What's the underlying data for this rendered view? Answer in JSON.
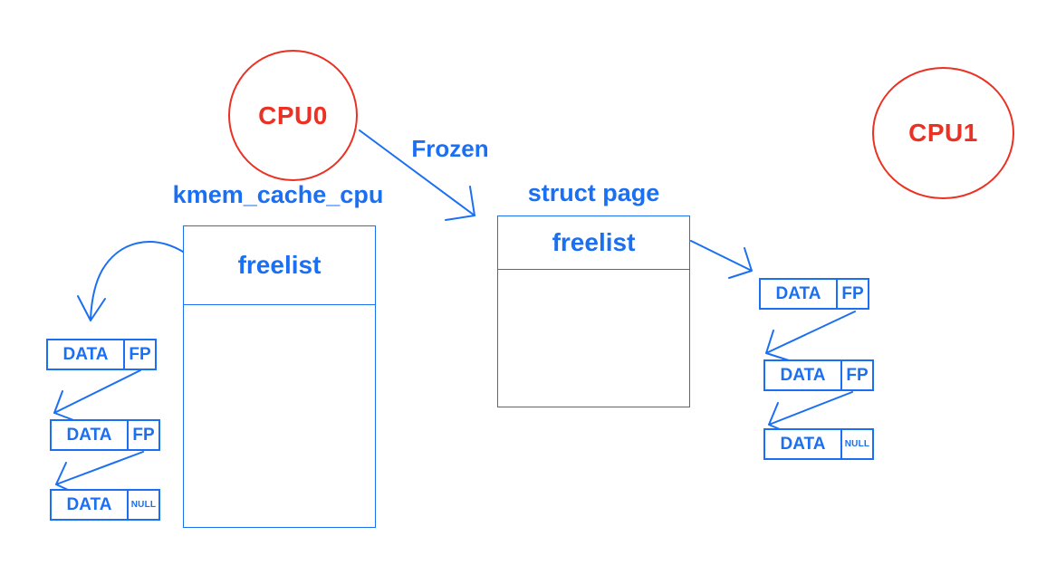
{
  "colors": {
    "blue": "#1B6FF2",
    "red": "#EB3123"
  },
  "cpus": {
    "cpu0": "CPU0",
    "cpu1": "CPU1"
  },
  "labels": {
    "frozen": "Frozen"
  },
  "kmem_cache_cpu": {
    "title": "kmem_cache_cpu",
    "freelist": "freelist"
  },
  "struct_page": {
    "title": "struct page",
    "freelist": "freelist"
  },
  "left_chain": [
    {
      "data": "DATA",
      "pointer": "FP"
    },
    {
      "data": "DATA",
      "pointer": "FP"
    },
    {
      "data": "DATA",
      "pointer": "NULL"
    }
  ],
  "right_chain": [
    {
      "data": "DATA",
      "pointer": "FP"
    },
    {
      "data": "DATA",
      "pointer": "FP"
    },
    {
      "data": "DATA",
      "pointer": "NULL"
    }
  ]
}
